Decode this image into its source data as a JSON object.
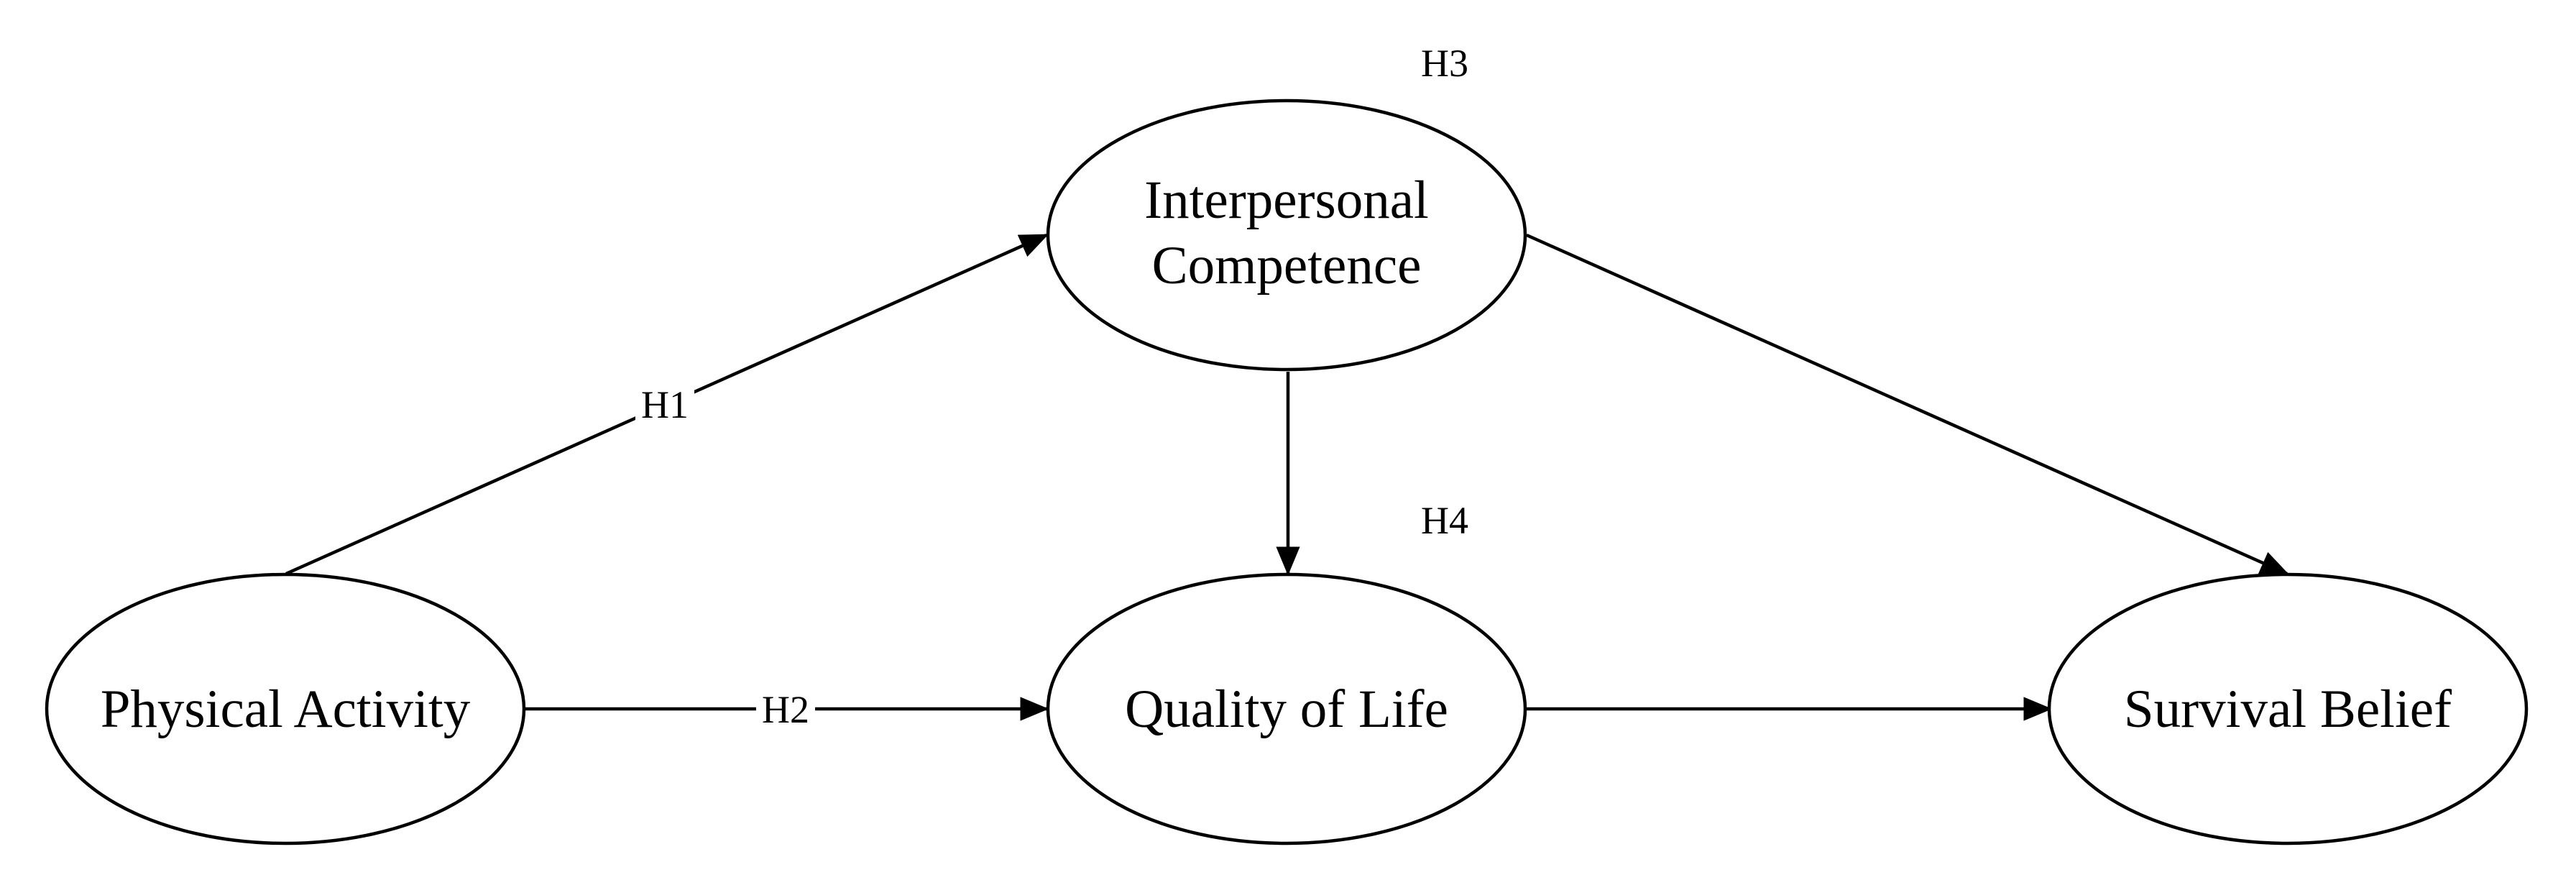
{
  "nodes": {
    "interpersonal_competence": {
      "line1": "Interpersonal",
      "line2": "Competence"
    },
    "physical_activity": {
      "label": "Physical Activity"
    },
    "quality_of_life": {
      "label": "Quality of Life"
    },
    "survival_belief": {
      "label": "Survival Belief"
    }
  },
  "hypotheses": {
    "h1": "H1",
    "h2": "H2",
    "h3": "H3",
    "h4": "H4"
  },
  "edges": [
    {
      "from": "Physical Activity",
      "to": "Interpersonal Competence",
      "label": "H1"
    },
    {
      "from": "Physical Activity",
      "to": "Quality of Life",
      "label": "H2"
    },
    {
      "from": "Interpersonal Competence",
      "to": "Quality of Life",
      "label": ""
    },
    {
      "from": "Interpersonal Competence",
      "to": "Survival Belief",
      "label": ""
    },
    {
      "from": "Quality of Life",
      "to": "Survival Belief",
      "label": ""
    }
  ],
  "colors": {
    "stroke": "#000000",
    "background": "#ffffff"
  }
}
